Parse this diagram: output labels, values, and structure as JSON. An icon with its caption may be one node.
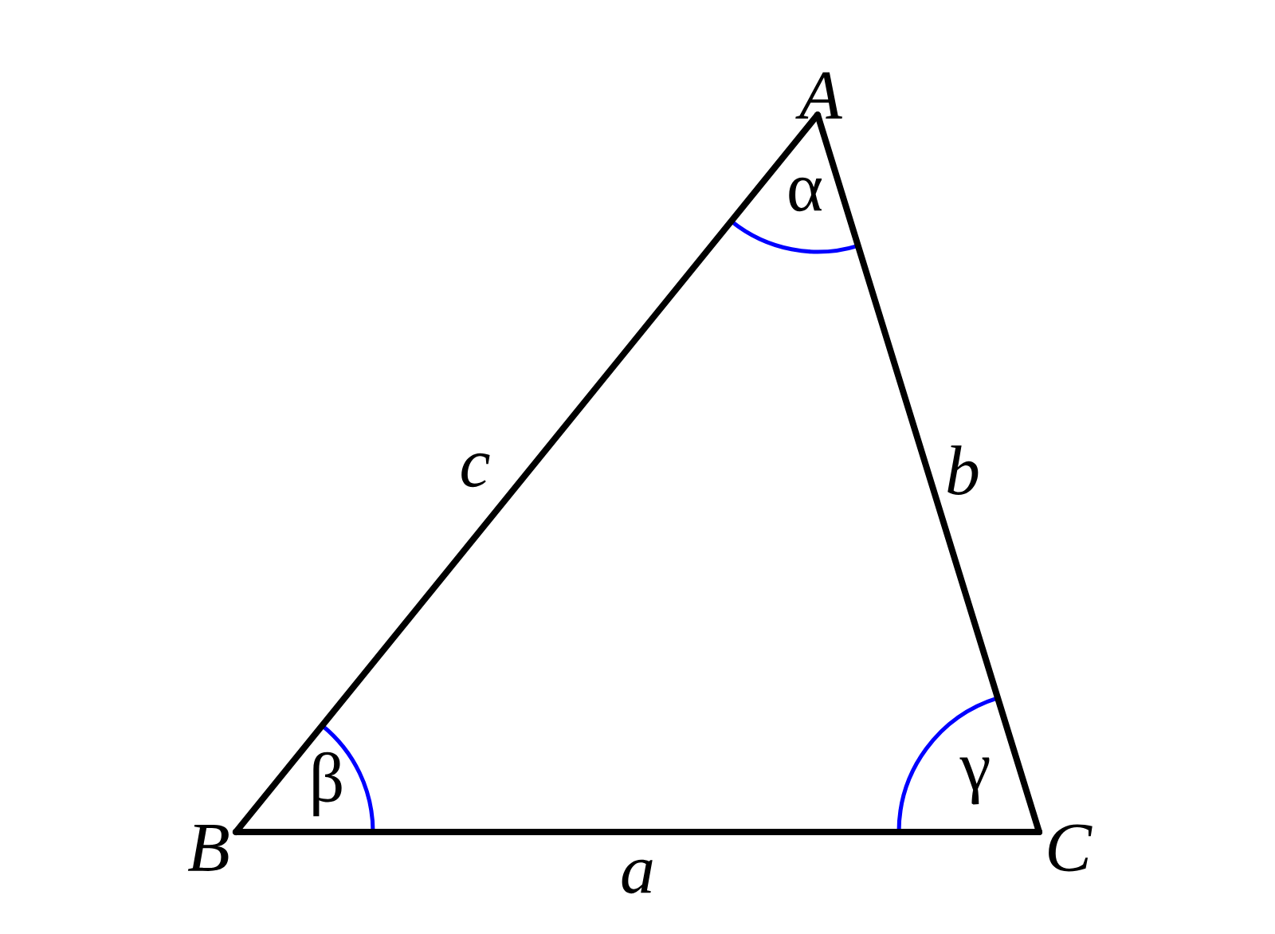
{
  "diagram": {
    "nodes": [
      {
        "text": [
          "*A*"
        ]
      },
      {
        "text": [
          "*B*"
        ]
      },
      {
        "text": [
          "*C*"
        ]
      }
    ],
    "edges": [
      {
        "from": 1,
        "to": 0,
        "arrow": "none",
        "label": "*c*"
      },
      {
        "from": 0,
        "to": 2,
        "arrow": "none",
        "label": "*b*"
      },
      {
        "from": 1,
        "to": 2,
        "arrow": "none",
        "label": "*a*"
      }
    ],
    "labels": [
      "α",
      "β",
      "γ"
    ]
  }
}
